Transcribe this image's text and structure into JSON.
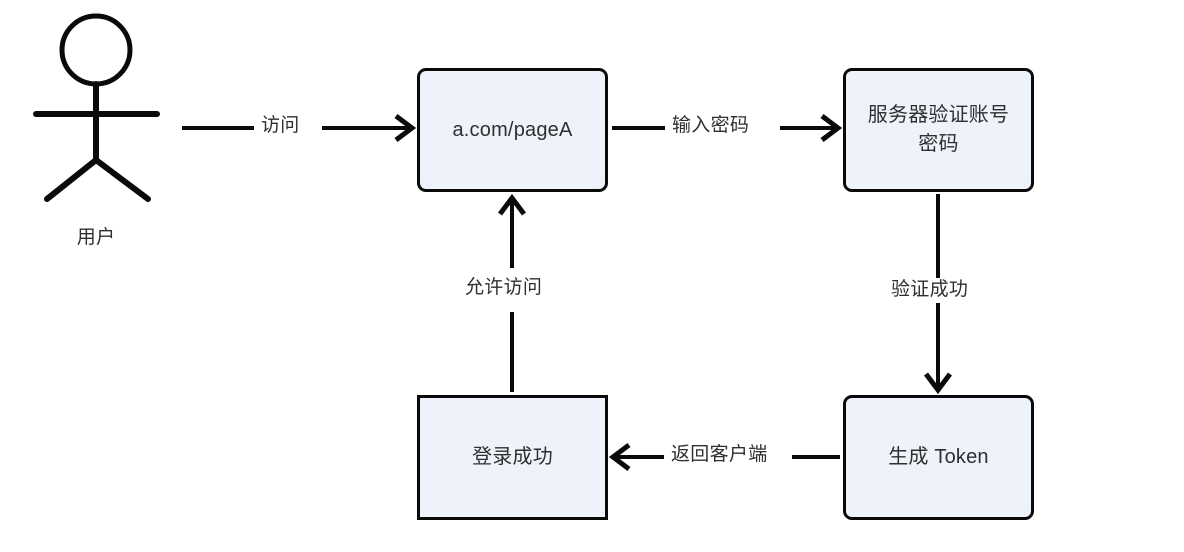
{
  "diagram": {
    "title": "Token login flow",
    "background": "#ffffff",
    "node_fill": "#eef2fa",
    "node_stroke": "#0a0a0a",
    "text_color": "#2f2f2f",
    "actor": {
      "name": "user-actor",
      "label": "用户"
    },
    "nodes": [
      {
        "id": "page-a",
        "label": "a.com/pageA",
        "shape": "rounded-rect"
      },
      {
        "id": "server-verify",
        "label": "服务器验证账号\n密码",
        "shape": "rounded-rect"
      },
      {
        "id": "generate-token",
        "label": "生成 Token",
        "shape": "rounded-rect"
      },
      {
        "id": "login-success",
        "label": "登录成功",
        "shape": "rect"
      }
    ],
    "edges": [
      {
        "id": "visit",
        "label": "访问",
        "from": "用户",
        "to": "a.com/pageA",
        "direction": "right"
      },
      {
        "id": "enter-password",
        "label": "输入密码",
        "from": "a.com/pageA",
        "to": "服务器验证账号密码",
        "direction": "right"
      },
      {
        "id": "verify-ok",
        "label": "验证成功",
        "from": "服务器验证账号密码",
        "to": "生成 Token",
        "direction": "down"
      },
      {
        "id": "return-client",
        "label": "返回客户端",
        "from": "生成 Token",
        "to": "登录成功",
        "direction": "left"
      },
      {
        "id": "allow-access",
        "label": "允许访问",
        "from": "登录成功",
        "to": "a.com/pageA",
        "direction": "up"
      }
    ]
  }
}
